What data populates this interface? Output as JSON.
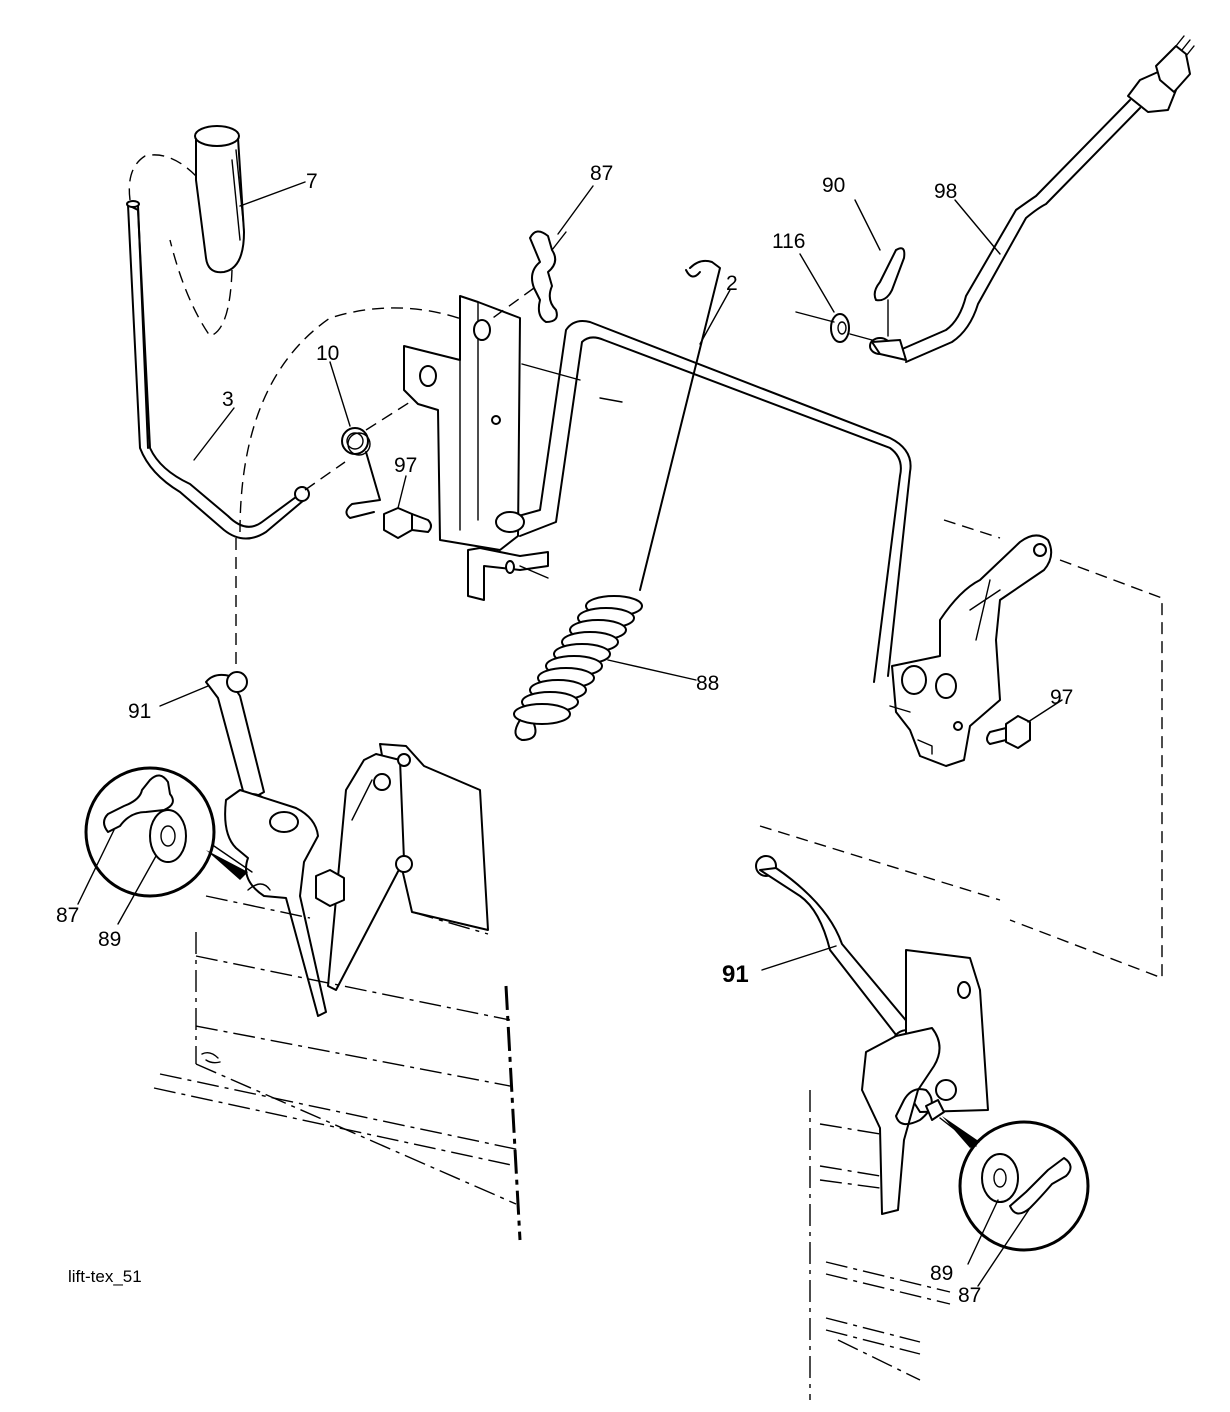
{
  "figure_id": "lift-tex_51",
  "callouts": [
    {
      "id": "c7",
      "text": "7"
    },
    {
      "id": "c87a",
      "text": "87"
    },
    {
      "id": "c90",
      "text": "90"
    },
    {
      "id": "c98",
      "text": "98"
    },
    {
      "id": "c116",
      "text": "116"
    },
    {
      "id": "c2",
      "text": "2"
    },
    {
      "id": "c10",
      "text": "10"
    },
    {
      "id": "c3",
      "text": "3"
    },
    {
      "id": "c97a",
      "text": "97"
    },
    {
      "id": "c88",
      "text": "88"
    },
    {
      "id": "c97b",
      "text": "97"
    },
    {
      "id": "c91a",
      "text": "91"
    },
    {
      "id": "c87b",
      "text": "87"
    },
    {
      "id": "c89a",
      "text": "89"
    },
    {
      "id": "c91b",
      "text": "91"
    },
    {
      "id": "c89b",
      "text": "89"
    },
    {
      "id": "c87c",
      "text": "87"
    }
  ],
  "parts": [
    "handle-grip",
    "lift-lever",
    "hairpin-clip",
    "spring-torsion",
    "bolt",
    "lift-shaft",
    "lift-bracket",
    "extension-spring",
    "washer",
    "adjustment-rod",
    "lift-link",
    "detail-circle-left",
    "detail-circle-right",
    "deck-outline-left",
    "deck-outline-right"
  ]
}
